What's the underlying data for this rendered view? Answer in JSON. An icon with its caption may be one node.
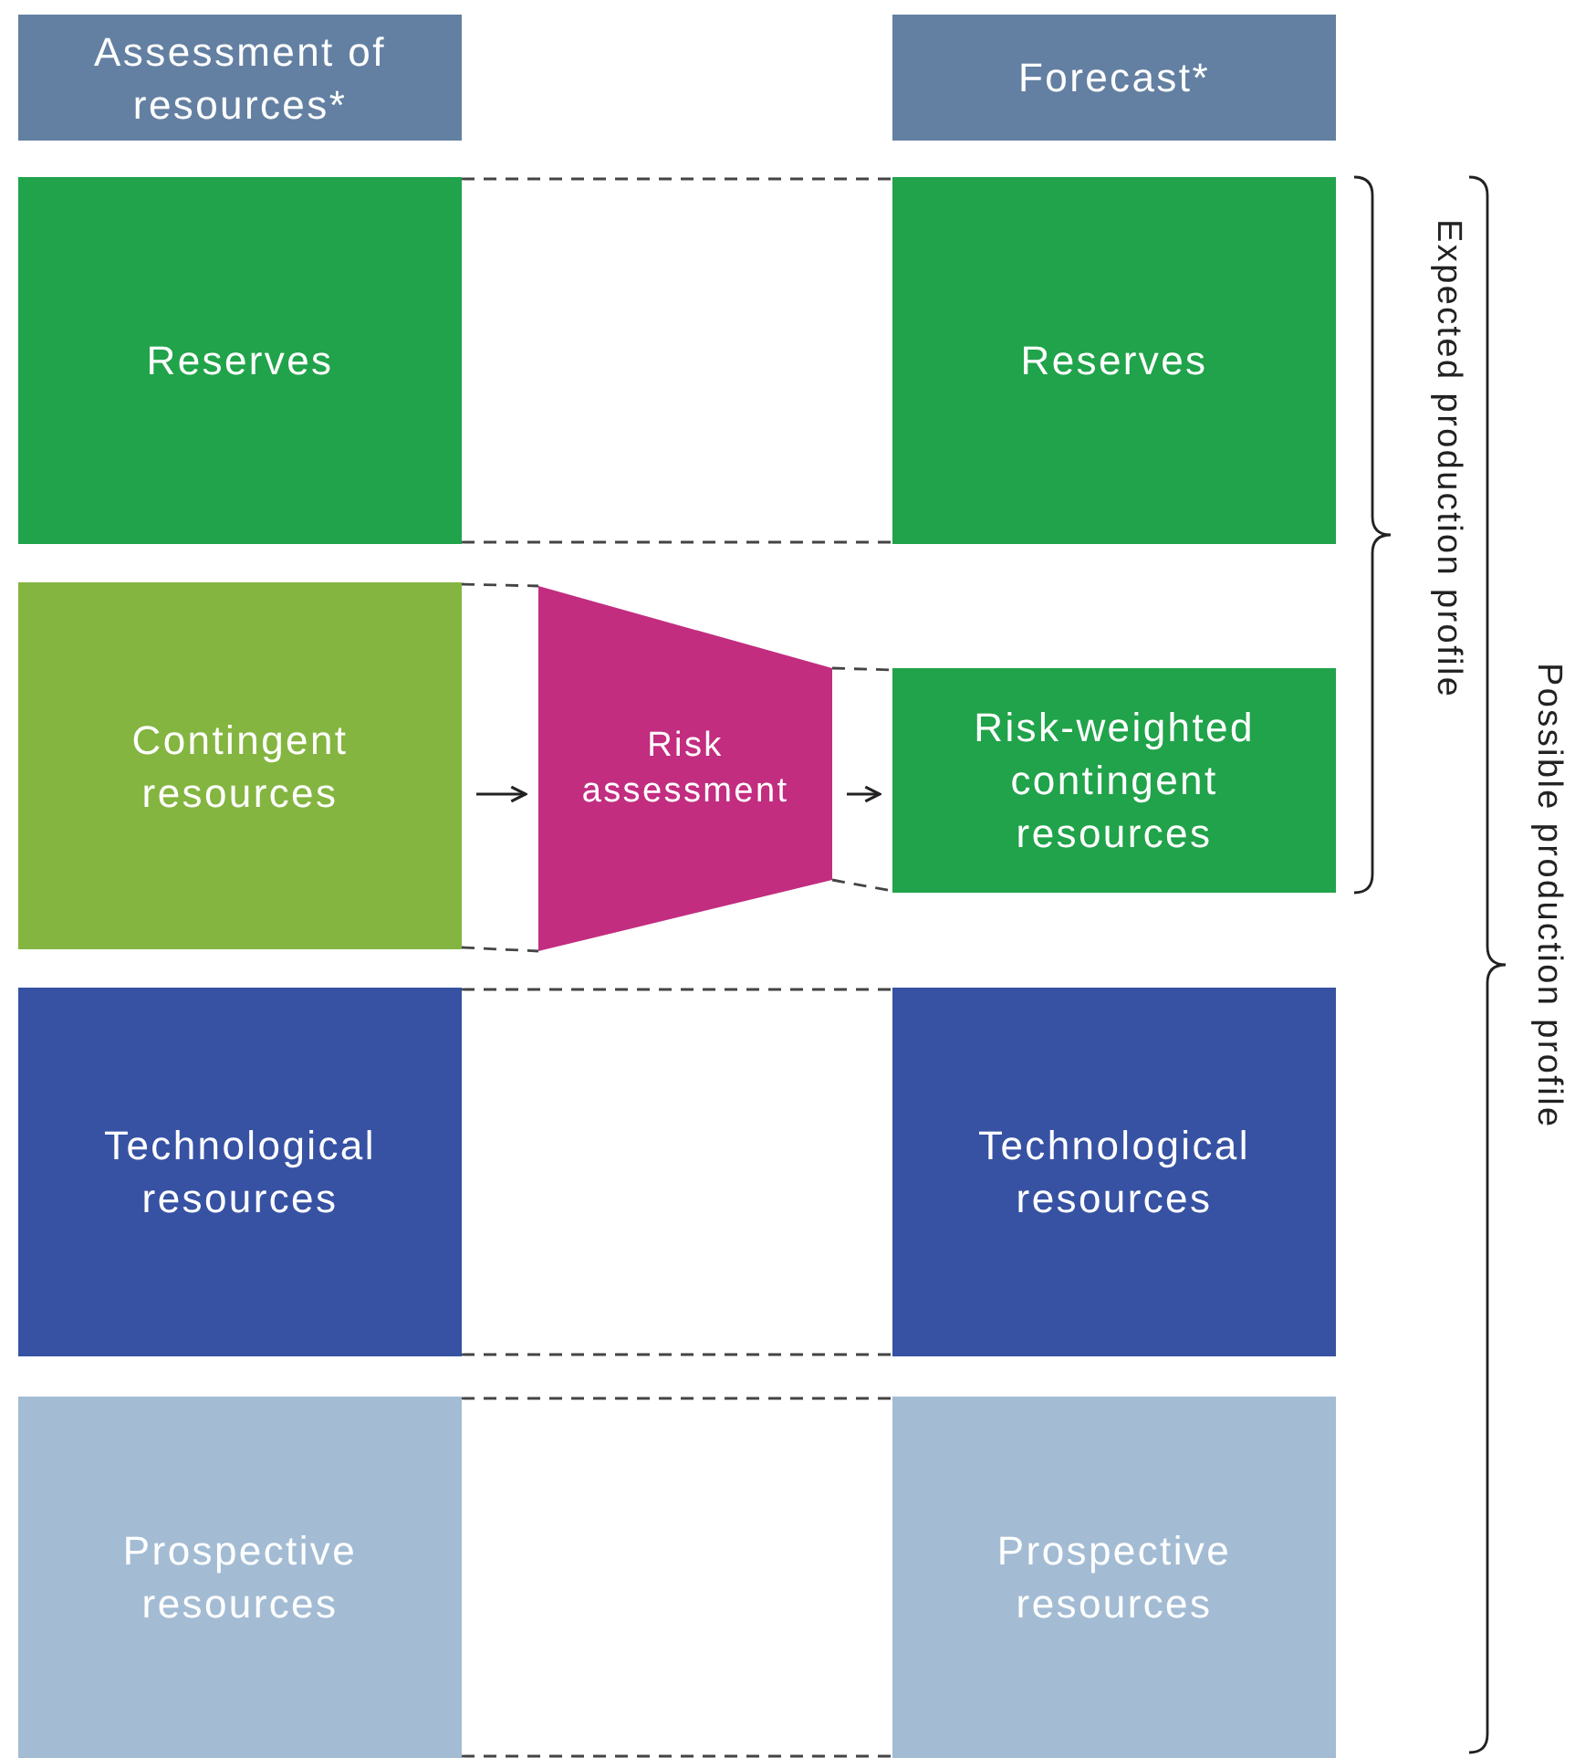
{
  "diagram": {
    "nodes": [
      {
        "text": [
          "Assessment of resources*"
        ]
      },
      {
        "text": [
          "Forecast*"
        ]
      },
      {
        "text": [
          "Reserves"
        ]
      },
      {
        "text": [
          "Reserves"
        ]
      },
      {
        "text": [
          "Contingent resources"
        ]
      },
      {
        "text": [
          "Risk assessment"
        ]
      },
      {
        "text": [
          "Risk-weighted contingent resources"
        ]
      },
      {
        "text": [
          "Technological resources"
        ]
      },
      {
        "text": [
          "Technological resources"
        ]
      },
      {
        "text": [
          "Prospective resources"
        ]
      },
      {
        "text": [
          "Prospective resources"
        ]
      }
    ],
    "edges": [
      {
        "from": 2,
        "to": 3,
        "arrow": "none",
        "style": "dashed"
      },
      {
        "from": 2,
        "to": 3,
        "arrow": "none",
        "style": "dashed"
      },
      {
        "from": 4,
        "to": 5,
        "arrow": "none",
        "style": "dashed"
      },
      {
        "from": 4,
        "to": 5,
        "arrow": "to"
      },
      {
        "from": 4,
        "to": 5,
        "arrow": "none",
        "style": "dashed"
      },
      {
        "from": 5,
        "to": 6,
        "arrow": "none",
        "style": "dashed"
      },
      {
        "from": 5,
        "to": 6,
        "arrow": "to"
      },
      {
        "from": 5,
        "to": 6,
        "arrow": "none",
        "style": "dashed"
      },
      {
        "from": 7,
        "to": 8,
        "arrow": "none",
        "style": "dashed"
      },
      {
        "from": 7,
        "to": 8,
        "arrow": "none",
        "style": "dashed"
      },
      {
        "from": 9,
        "to": 10,
        "arrow": "none",
        "style": "dashed"
      },
      {
        "from": 9,
        "to": 10,
        "arrow": "none",
        "style": "dashed"
      }
    ],
    "labels": [
      "Expected production profile",
      "Possible production profile"
    ]
  }
}
